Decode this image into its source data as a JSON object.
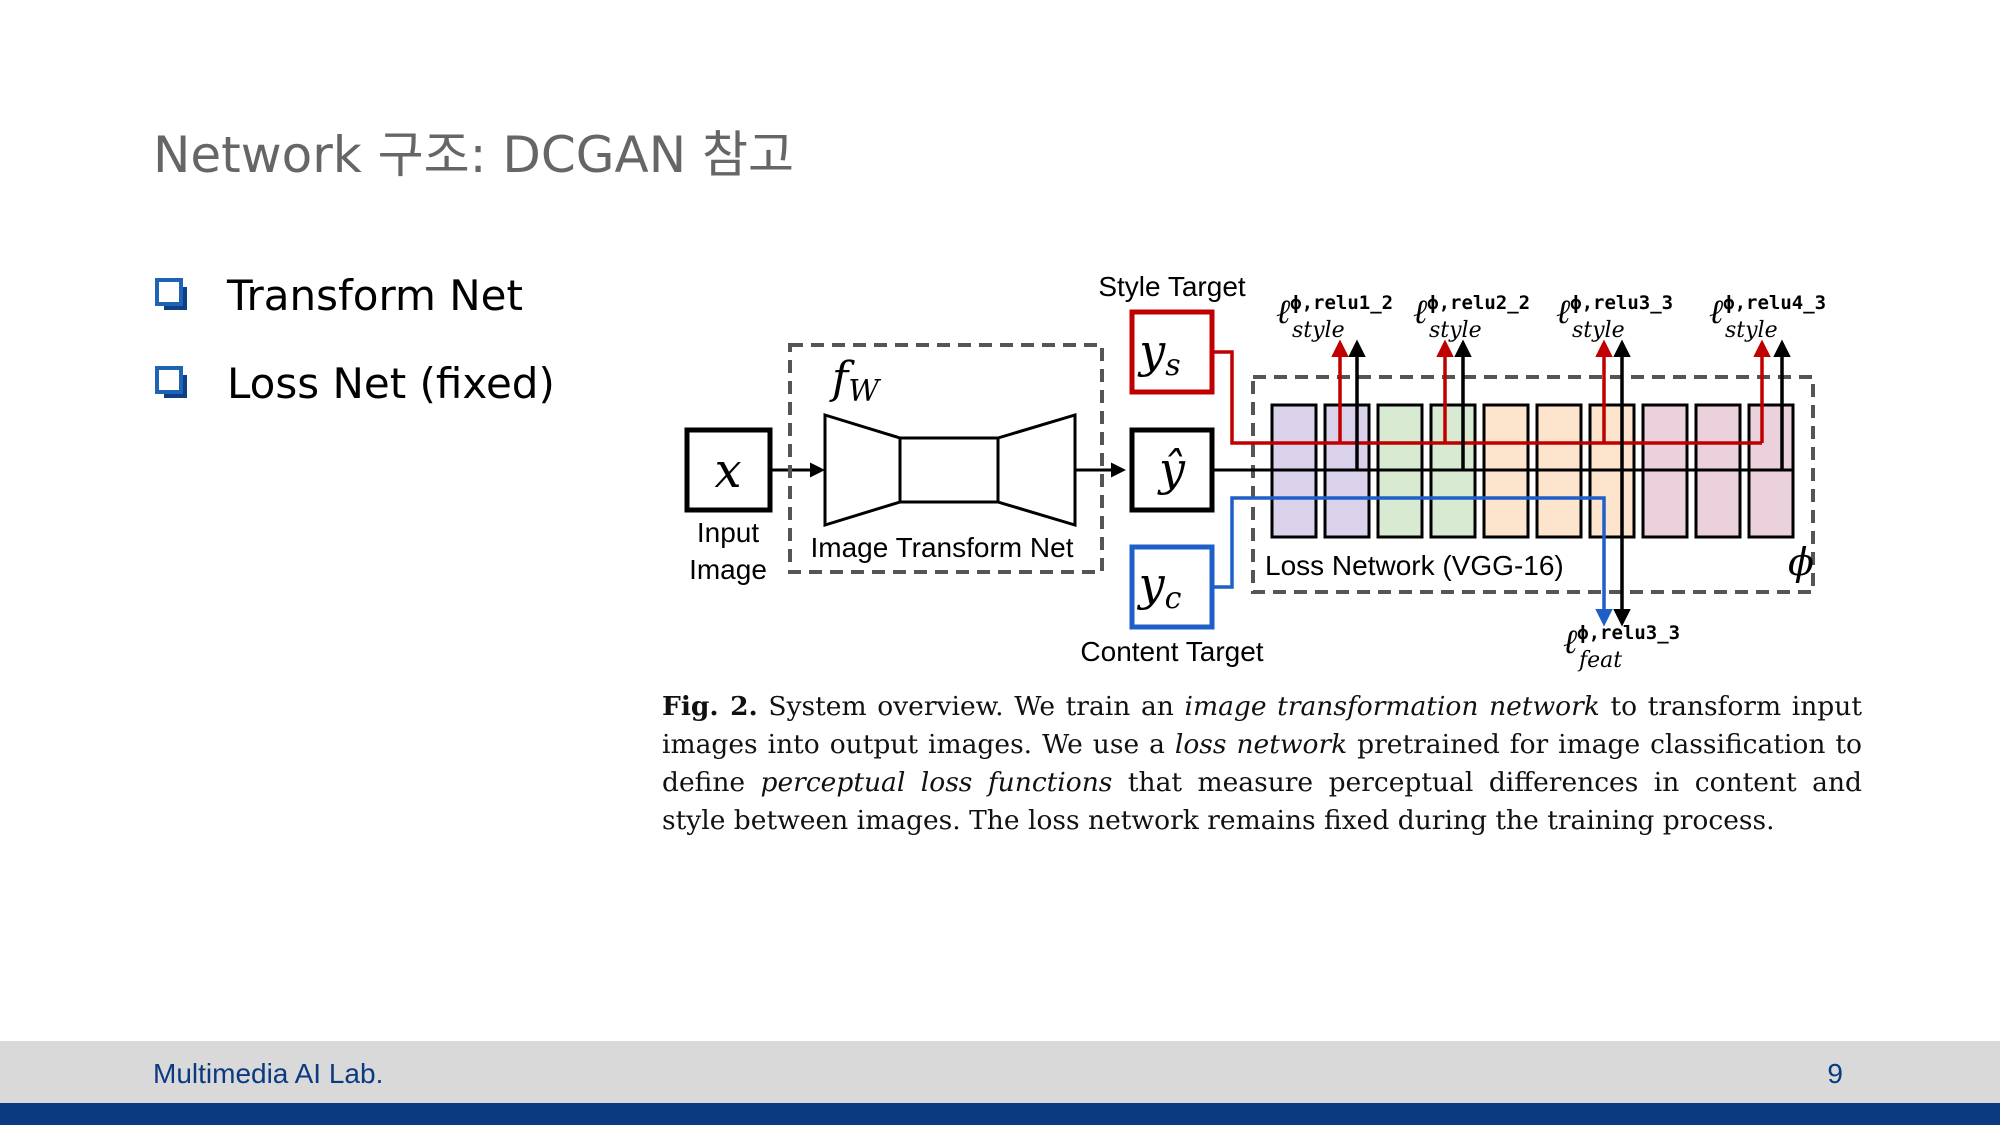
{
  "slide": {
    "title": "Network 구조: DCGAN 참고",
    "bullets": [
      {
        "text": "Transform Net"
      },
      {
        "text": "Loss Net (fixed)"
      }
    ],
    "bullet_color": "#1f63b3"
  },
  "diagram": {
    "input_symbol": "x",
    "input_label_line1": "Input",
    "input_label_line2": "Image",
    "fw_symbol": "f",
    "fw_subscript": "W",
    "transform_net_label": "Image Transform Net",
    "style_target_label": "Style Target",
    "style_symbol": "y",
    "style_subscript": "s",
    "output_symbol": "ŷ",
    "content_symbol": "y",
    "content_subscript": "c",
    "content_target_label": "Content Target",
    "loss_network_label": "Loss Network (VGG-16)",
    "phi_symbol": "ϕ",
    "loss_symbol": "ℓ",
    "style_losses": [
      {
        "superscript": "ϕ,relu1_2",
        "subscript": "style"
      },
      {
        "superscript": "ϕ,relu2_2",
        "subscript": "style"
      },
      {
        "superscript": "ϕ,relu3_3",
        "subscript": "style"
      },
      {
        "superscript": "ϕ,relu4_3",
        "subscript": "style"
      }
    ],
    "feat_loss": {
      "superscript": "ϕ,relu3_3",
      "subscript": "feat"
    },
    "colors": {
      "style": "#c00000",
      "content": "#1f5fc8",
      "purple": "#d9d2ea",
      "green": "#d9ead3",
      "orange": "#fde5cd",
      "pink": "#ead1dc"
    }
  },
  "caption": {
    "fig_label": "Fig. 2.",
    "part1": " System overview. We train an ",
    "em1": "image transformation network",
    "part2": " to transform input images into output images. We use a ",
    "em2": "loss network",
    "part3": " pretrained for image classification to define ",
    "em3": "perceptual loss functions",
    "part4": " that measure perceptual differences in content and style between images. The loss network remains fixed during the training process."
  },
  "footer": {
    "lab": "Multimedia AI Lab.",
    "page": "9"
  }
}
